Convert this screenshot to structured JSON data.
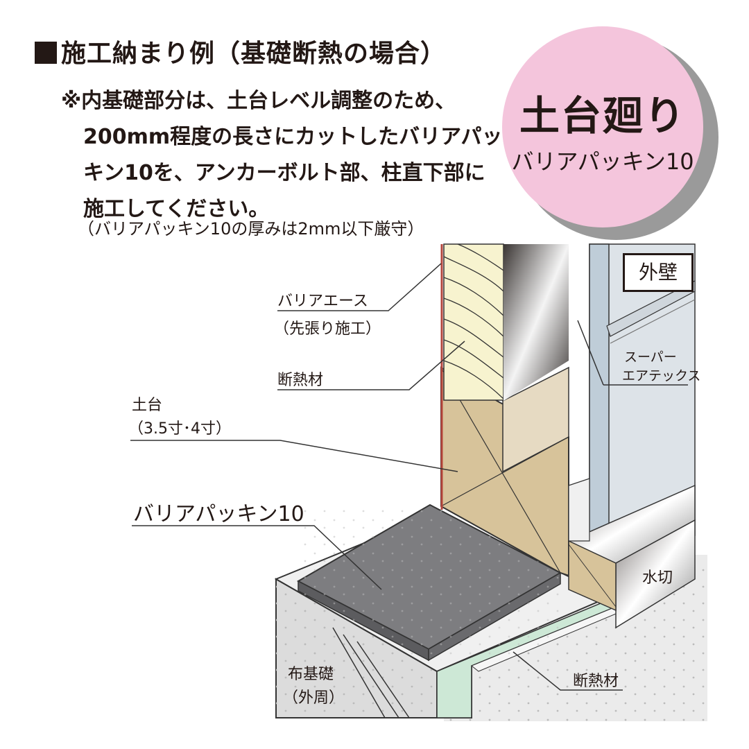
{
  "header": {
    "title": "施工納まり例（基礎断熱の場合）",
    "note_lines": [
      "※内基礎部分は、土台レベル調整のため、",
      "200mm程度の長さにカットしたバリアパッ",
      "キン10を、アンカーボルト部、柱直下部に",
      "施工してください。"
    ],
    "sub_note": "（バリアパッキン10の厚みは2mm以下厳守）"
  },
  "badge": {
    "title": "土台廻り",
    "subtitle": "バリアパッキン10",
    "color": "#f4c5dc"
  },
  "diagram": {
    "labels": {
      "barrier_ace": "バリアエース",
      "barrier_ace_sub": "（先張り施工）",
      "insulation_upper": "断熱材",
      "dodai": "土台",
      "dodai_sub": "（3.5寸･4寸）",
      "barrier_packing": "バリアパッキン10",
      "nuno_kiso": "布基礎",
      "nuno_kiso_sub": "（外周）",
      "insulation_lower": "断熱材",
      "gaiheki": "外壁",
      "super_airtex_1": "スーパー",
      "super_airtex_2": "エアテックス",
      "mizukiri": "水切"
    },
    "colors": {
      "insulation_yellow": "#f7f3cf",
      "wood": "#d7c39a",
      "packing": "#7d7d80",
      "concrete": "#e9e9e9",
      "green_insulation": "#cfe9d8",
      "wall": "#dde3e8",
      "airtex": "#bfcdd8"
    }
  }
}
